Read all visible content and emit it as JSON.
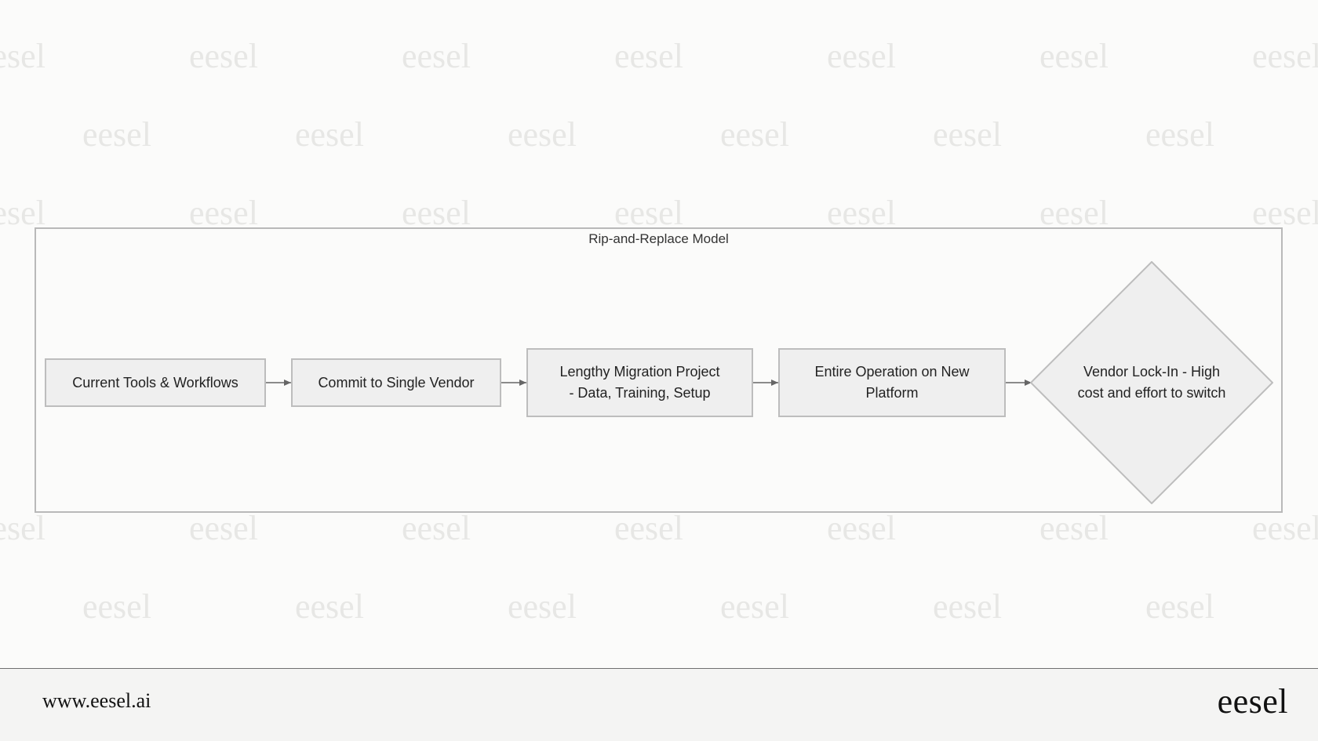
{
  "watermark_text": "eesel",
  "cluster": {
    "title": "Rip-and-Replace Model"
  },
  "nodes": [
    {
      "id": "current",
      "label": "Current Tools & Workflows"
    },
    {
      "id": "commit",
      "label": "Commit to Single Vendor"
    },
    {
      "id": "migration",
      "label": "Lengthy Migration Project - Data, Training, Setup"
    },
    {
      "id": "operation",
      "label": "Entire Operation on New Platform"
    },
    {
      "id": "lockin",
      "label": "Vendor Lock-In - High cost and effort to switch",
      "shape": "diamond"
    }
  ],
  "edges": [
    {
      "from": "current",
      "to": "commit"
    },
    {
      "from": "commit",
      "to": "migration"
    },
    {
      "from": "migration",
      "to": "operation"
    },
    {
      "from": "operation",
      "to": "lockin"
    }
  ],
  "footer": {
    "url": "www.eesel.ai",
    "logo": "eesel"
  },
  "colors": {
    "node_fill": "#efefef",
    "node_border": "#bdbdbd",
    "cluster_border": "#b9b9b9",
    "edge": "#666666",
    "watermark": "#e7e7e5",
    "background": "#fbfbfa",
    "footer_background": "#f4f4f3"
  }
}
